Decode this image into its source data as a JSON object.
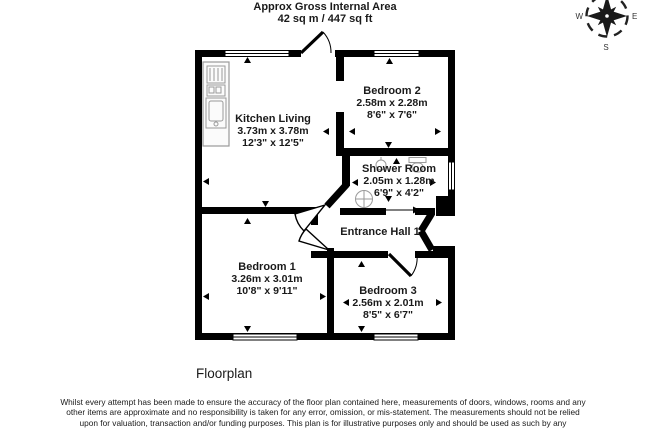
{
  "header": {
    "title_line1": "Approx Gross Internal Area",
    "title_line2": "42 sq m / 447 sq ft"
  },
  "compass": {
    "west": "W",
    "east": "E",
    "south": "S"
  },
  "rooms": [
    {
      "name": "Kitchen Living",
      "metric": "3.73m x 3.78m",
      "imperial": "12'3\" x 12'5\""
    },
    {
      "name": "Bedroom 2",
      "metric": "2.58m x 2.28m",
      "imperial": "8'6\" x 7'6\""
    },
    {
      "name": "Shower Room",
      "metric": "2.05m x 1.28m",
      "imperial": "6'9\" x 4'2\""
    },
    {
      "name": "Entrance Hall 1"
    },
    {
      "name": "Bedroom 1",
      "metric": "3.26m x 3.01m",
      "imperial": "10'8\" x 9'11\""
    },
    {
      "name": "Bedroom 3",
      "metric": "2.56m x 2.01m",
      "imperial": "8'5\" x 6'7\""
    }
  ],
  "caption": "Floorplan",
  "disclaimer": "Whilst every attempt has been made to ensure the accuracy of the floor plan contained here, measurements of doors, windows, rooms and any other items are approximate and no responsibility is taken for any error, omission, or mis-statement. The measurements should not be relied upon for valuation, transaction and/or funding purposes. This plan is for illustrative purposes only and should be used as such by any",
  "colors": {
    "wall": "#000000",
    "fixture": "#9a9a9a",
    "text": "#1a1a1a"
  }
}
